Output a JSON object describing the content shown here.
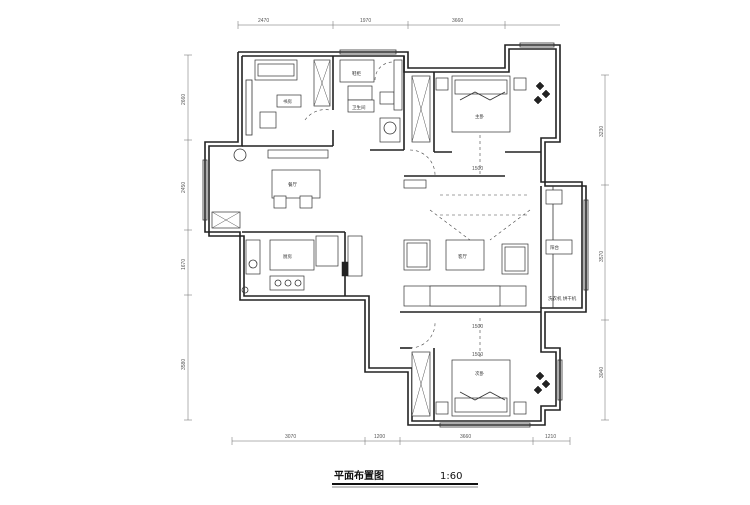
{
  "drawing": {
    "title": "平面布置图",
    "scale": "1:60"
  },
  "dimensions": {
    "top": [
      "2470",
      "1970",
      "3660"
    ],
    "bottom": [
      "3070",
      "1200",
      "3660",
      "1210"
    ],
    "left": [
      "2660",
      "2450",
      "1670",
      "3580"
    ],
    "right_top": "3230",
    "right_mid": "3570",
    "right_bottom": "3040"
  },
  "room_labels": {
    "shoe_cabinet": "鞋柜",
    "bedroom_top": "主卧",
    "bedroom_bottom": "次卧",
    "dining": "餐厅",
    "kitchen": "厨房",
    "living": "客厅",
    "study": "书房",
    "balcony": "阳台",
    "bath": "卫生间",
    "corner_note": "洗衣机 烘干机"
  },
  "inner_dims": {
    "top_bed": "1500",
    "bottom_bed": "1500",
    "living": "1500"
  }
}
